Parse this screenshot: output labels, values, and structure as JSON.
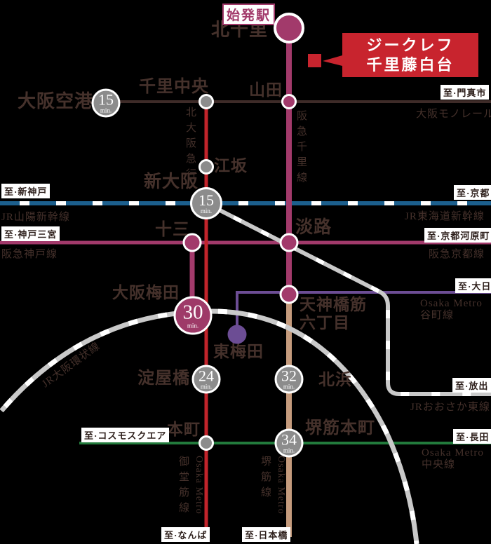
{
  "header": {
    "start_badge": "始発駅",
    "property_line1": "ジークレフ",
    "property_line2": "千里藤白台"
  },
  "stations": {
    "kitasenri": "北千里",
    "senrichuo": "千里中央",
    "yamada": "山田",
    "osaka_airport": "大阪空港",
    "esaka": "江坂",
    "shin_osaka": "新大阪",
    "juso": "十三",
    "awaji": "淡路",
    "osaka_umeda": "大阪梅田",
    "higashi_umeda": "東梅田",
    "tenjin_l1": "天神橋筋",
    "tenjin_l2": "六丁目",
    "yodoyabashi": "淀屋橋",
    "kitahama": "北浜",
    "hommachi": "本町",
    "sakaisuji_hommachi": "堺筋本町"
  },
  "badges": {
    "airport": {
      "num": "15",
      "unit": "min."
    },
    "shin_osaka": {
      "num": "15",
      "unit": "min."
    },
    "umeda": {
      "num": "30",
      "unit": "min."
    },
    "yodoyabashi": {
      "num": "24",
      "unit": "min."
    },
    "kitahama": {
      "num": "32",
      "unit": "min."
    },
    "sakaisuji_hommachi": {
      "num": "34",
      "unit": "min."
    }
  },
  "destinations": {
    "kadoma": "至·門真市",
    "shin_kobe": "至·新神戸",
    "kyoto": "至·京都",
    "kobe_sannomiya": "至·神戸三宮",
    "kyoto_kawaramachi": "至·京都河原町",
    "dainichi": "至·大日",
    "hanaten": "至·放出",
    "nagata": "至·長田",
    "cosmosquare": "至·コスモスクエア",
    "namba": "至·なんば",
    "nipponbashi": "至·日本橋"
  },
  "lines": {
    "monorail": "大阪モノレール",
    "kita_osaka_kyuko": "北大阪急行",
    "hankyu_senri": "阪急千里線",
    "jr_sanyo": "JR山陽新幹線",
    "jr_tokaido": "JR東海道新幹線",
    "hankyu_kobe": "阪急神戸線",
    "hankyu_kyoto": "阪急京都線",
    "tanimachi_l1": "Osaka Metro",
    "tanimachi_l2": "谷町線",
    "jr_loop": "JR大阪環状線",
    "jr_osaka_higashi": "JRおおさか東線",
    "chuo_l1": "Osaka Metro",
    "chuo_l2": "中央線",
    "midosuji_kanji": "御堂筋線",
    "midosuji_latin": "Osaka Metro",
    "sakaisuji_kanji": "堺筋線",
    "sakaisuji_latin": "Osaka Metro"
  },
  "colors": {
    "magenta": "#a23a6b",
    "red": "#c2242b",
    "brown": "#c59b7d",
    "purple": "#6c4d94",
    "green": "#227b3c",
    "blue": "#1c5f8d",
    "gray_line": "#c9c9c9",
    "gray_station": "#8c8c8c",
    "property_red": "#c8242e",
    "text_dark": "#45312b"
  }
}
